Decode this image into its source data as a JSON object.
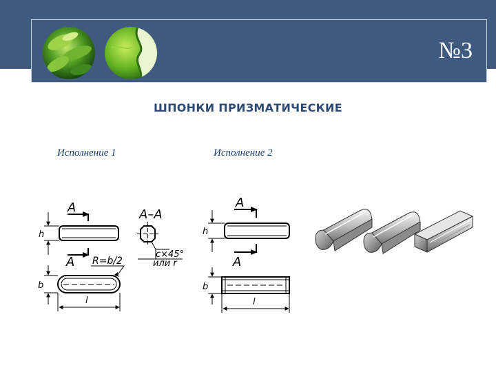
{
  "header": {
    "slide_number": "№3",
    "accent_color": "#3f5a7e"
  },
  "title": "ШПОНКИ ПРИЗМАТИЧЕСКИЕ",
  "captions": {
    "variant_1": "Исполнение 1",
    "variant_2": "Исполнение 2"
  },
  "drawing_labels": {
    "section_a": "A",
    "section_aa": "A–A",
    "h": "h",
    "b": "b",
    "l": "l",
    "radius": "R=b/2",
    "chamfer": "c×45°",
    "or_r": "или r"
  }
}
